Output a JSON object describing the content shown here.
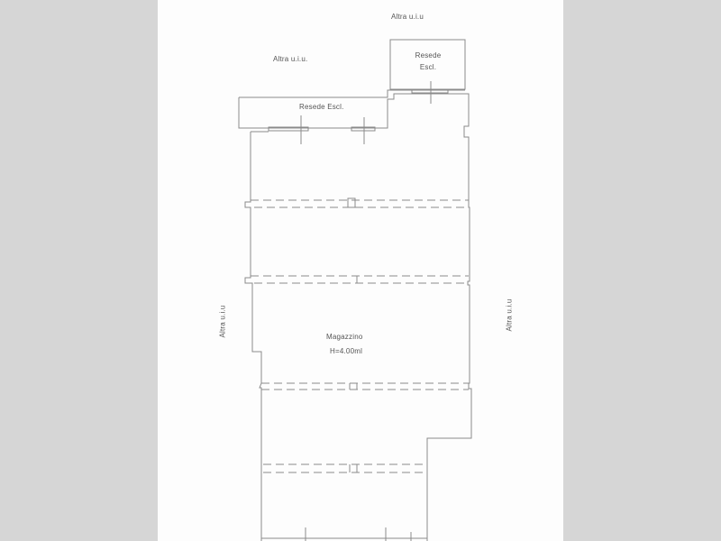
{
  "drawing": {
    "type": "floor-plan",
    "labels": {
      "neighbor_top": "Altra u.i.u",
      "neighbor_top_left": "Altra u.i.u.",
      "neighbor_left": "Altra u.i.u",
      "neighbor_right": "Altra u.i.u",
      "resede_small_line1": "Resede",
      "resede_small_line2": "Escl.",
      "resede_wide": "Resede Escl.",
      "room_name": "Magazzino",
      "room_height": "H=4.00ml"
    },
    "colors": {
      "background": "#d6d6d6",
      "paper": "#fdfdfd",
      "line": "#8a8a8a",
      "text": "#555555"
    }
  }
}
